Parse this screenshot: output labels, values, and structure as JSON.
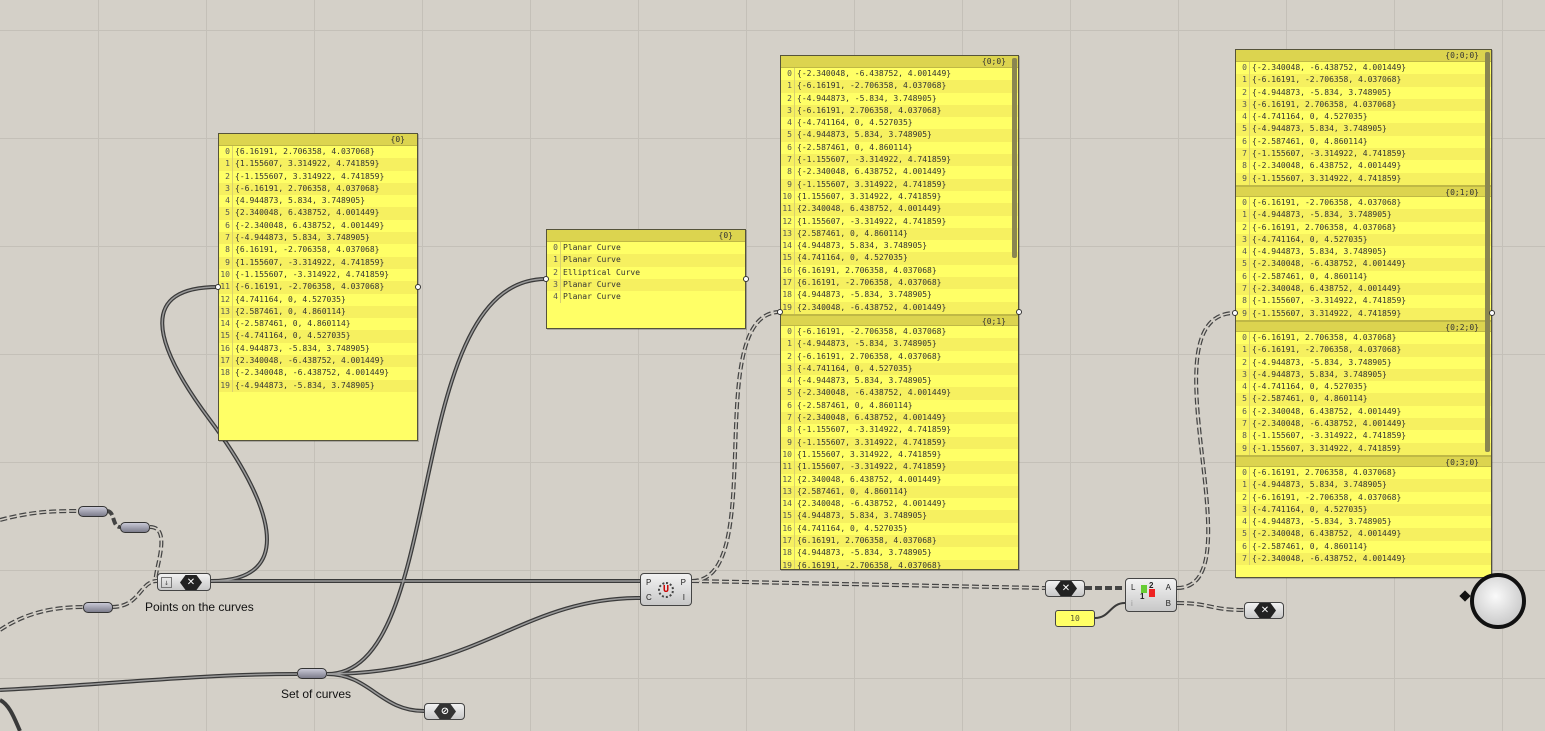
{
  "points_param": {
    "label": "Points on the curves",
    "icon": "cross-hex-icon"
  },
  "curves_relay": {
    "label": "Set of curves"
  },
  "panel_points": {
    "path": "{0}",
    "items": [
      "{6.16191, 2.706358, 4.037068}",
      "{1.155607, 3.314922, 4.741859}",
      "{-1.155607, 3.314922, 4.741859}",
      "{-6.16191, 2.706358, 4.037068}",
      "{4.944873, 5.834, 3.748905}",
      "{2.340048, 6.438752, 4.001449}",
      "{-2.340048, 6.438752, 4.001449}",
      "{-4.944873, 5.834, 3.748905}",
      "{6.16191, -2.706358, 4.037068}",
      "{1.155607, -3.314922, 4.741859}",
      "{-1.155607, -3.314922, 4.741859}",
      "{-6.16191, -2.706358, 4.037068}",
      "{4.741164, 0, 4.527035}",
      "{2.587461, 0, 4.860114}",
      "{-2.587461, 0, 4.860114}",
      "{-4.741164, 0, 4.527035}",
      "{4.944873, -5.834, 3.748905}",
      "{2.340048, -6.438752, 4.001449}",
      "{-2.340048, -6.438752, 4.001449}",
      "{-4.944873, -5.834, 3.748905}"
    ]
  },
  "panel_types": {
    "path": "{0}",
    "items": [
      "Planar Curve",
      "Planar Curve",
      "Elliptical Curve",
      "Planar Curve",
      "Planar Curve"
    ]
  },
  "panel_sorted": {
    "branches": [
      {
        "path": "{0;0}",
        "items": [
          "{-2.340048, -6.438752, 4.001449}",
          "{-6.16191, -2.706358, 4.037068}",
          "{-4.944873, -5.834, 3.748905}",
          "{-6.16191, 2.706358, 4.037068}",
          "{-4.741164, 0, 4.527035}",
          "{-4.944873, 5.834, 3.748905}",
          "{-2.587461, 0, 4.860114}",
          "{-1.155607, -3.314922, 4.741859}",
          "{-2.340048, 6.438752, 4.001449}",
          "{-1.155607, 3.314922, 4.741859}",
          "{1.155607, 3.314922, 4.741859}",
          "{2.340048, 6.438752, 4.001449}",
          "{1.155607, -3.314922, 4.741859}",
          "{2.587461, 0, 4.860114}",
          "{4.944873, 5.834, 3.748905}",
          "{4.741164, 0, 4.527035}",
          "{6.16191, 2.706358, 4.037068}",
          "{6.16191, -2.706358, 4.037068}",
          "{4.944873, -5.834, 3.748905}",
          "{2.340048, -6.438752, 4.001449}"
        ]
      },
      {
        "path": "{0;1}",
        "items": [
          "{-6.16191, -2.706358, 4.037068}",
          "{-4.944873, -5.834, 3.748905}",
          "{-6.16191, 2.706358, 4.037068}",
          "{-4.741164, 0, 4.527035}",
          "{-4.944873, 5.834, 3.748905}",
          "{-2.340048, -6.438752, 4.001449}",
          "{-2.587461, 0, 4.860114}",
          "{-2.340048, 6.438752, 4.001449}",
          "{-1.155607, -3.314922, 4.741859}",
          "{-1.155607, 3.314922, 4.741859}",
          "{1.155607, 3.314922, 4.741859}",
          "{1.155607, -3.314922, 4.741859}",
          "{2.340048, 6.438752, 4.001449}",
          "{2.587461, 0, 4.860114}",
          "{2.340048, -6.438752, 4.001449}",
          "{4.944873, 5.834, 3.748905}",
          "{4.741164, 0, 4.527035}",
          "{6.16191, 2.706358, 4.037068}",
          "{4.944873, -5.834, 3.748905}",
          "{6.16191, -2.706358, 4.037068}"
        ]
      }
    ]
  },
  "panel_split": {
    "branches": [
      {
        "path": "{0;0;0}",
        "items": [
          "{-2.340048, -6.438752, 4.001449}",
          "{-6.16191, -2.706358, 4.037068}",
          "{-4.944873, -5.834, 3.748905}",
          "{-6.16191, 2.706358, 4.037068}",
          "{-4.741164, 0, 4.527035}",
          "{-4.944873, 5.834, 3.748905}",
          "{-2.587461, 0, 4.860114}",
          "{-1.155607, -3.314922, 4.741859}",
          "{-2.340048, 6.438752, 4.001449}",
          "{-1.155607, 3.314922, 4.741859}"
        ]
      },
      {
        "path": "{0;1;0}",
        "items": [
          "{-6.16191, -2.706358, 4.037068}",
          "{-4.944873, -5.834, 3.748905}",
          "{-6.16191, 2.706358, 4.037068}",
          "{-4.741164, 0, 4.527035}",
          "{-4.944873, 5.834, 3.748905}",
          "{-2.340048, -6.438752, 4.001449}",
          "{-2.587461, 0, 4.860114}",
          "{-2.340048, 6.438752, 4.001449}",
          "{-1.155607, -3.314922, 4.741859}",
          "{-1.155607, 3.314922, 4.741859}"
        ]
      },
      {
        "path": "{0;2;0}",
        "items": [
          "{-6.16191, 2.706358, 4.037068}",
          "{-6.16191, -2.706358, 4.037068}",
          "{-4.944873, -5.834, 3.748905}",
          "{-4.944873, 5.834, 3.748905}",
          "{-4.741164, 0, 4.527035}",
          "{-2.587461, 0, 4.860114}",
          "{-2.340048, 6.438752, 4.001449}",
          "{-2.340048, -6.438752, 4.001449}",
          "{-1.155607, -3.314922, 4.741859}",
          "{-1.155607, 3.314922, 4.741859}"
        ]
      },
      {
        "path": "{0;3;0}",
        "items": [
          "{-6.16191, 2.706358, 4.037068}",
          "{-4.944873, 5.834, 3.748905}",
          "{-6.16191, -2.706358, 4.037068}",
          "{-4.741164, 0, 4.527035}",
          "{-4.944873, -5.834, 3.748905}",
          "{-2.340048, 6.438752, 4.001449}",
          "{-2.587461, 0, 4.860114}",
          "{-2.340048, -6.438752, 4.001449}"
        ]
      }
    ]
  },
  "sort_component": {
    "inputs": [
      "P",
      "C"
    ],
    "outputs": [
      "P",
      "I"
    ]
  },
  "split_component": {
    "inputs": [
      "L",
      "i"
    ],
    "outputs": [
      "A",
      "B"
    ],
    "icon_text": [
      "1",
      "2"
    ]
  },
  "number_panel": {
    "value": "10"
  }
}
